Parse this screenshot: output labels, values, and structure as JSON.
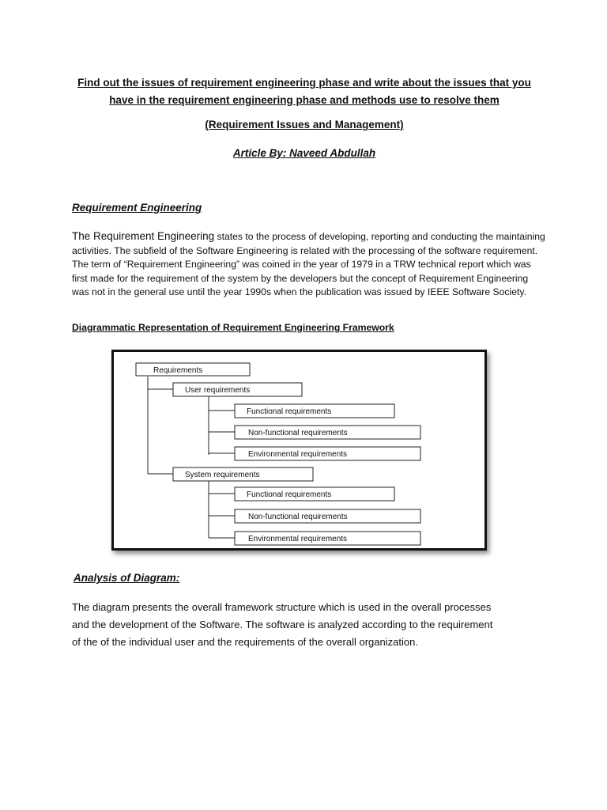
{
  "document": {
    "title_line1": "Find out the issues of requirement engineering phase and write about the issues that you",
    "title_line2": "have in the requirement engineering phase and methods use to resolve them",
    "subtitle": "(Requirement Issues and Management)",
    "author": "Article By: Naveed Abdullah",
    "section_heading": "Requirement Engineering",
    "intro_lead": "The Requirement Engineering",
    "intro_rest": " states to the process of developing, reporting and conducting the maintaining activities. The subfield of the Software Engineering is related with the processing of the software requirement. The term of “Requirement Engineering” was coined in the year of 1979 in a TRW technical report which was first made for the requirement of the system by the developers but the concept of Requirement Engineering was not in the general use until the year 1990s when the publication was issued by IEEE Software Society.",
    "diagram_caption": "Diagrammatic Representation of Requirement Engineering Framework",
    "diagram": {
      "root": "Requirements",
      "user": "User requirements",
      "user_children": [
        "Functional requirements",
        "Non-functional requirements",
        "Environmental requirements"
      ],
      "system": "System requirements",
      "system_children": [
        "Functional requirements",
        "Non-functional requirements",
        "Environmental requirements"
      ]
    },
    "analysis_heading": "Analysis of Diagram:",
    "analysis_line1": "The diagram presents the overall framework structure which is used in the overall processes",
    "analysis_line2": "and the development of the Software. The software is analyzed according to the requirement",
    "analysis_line3": "of the of the individual user and the requirements of the overall organization."
  }
}
